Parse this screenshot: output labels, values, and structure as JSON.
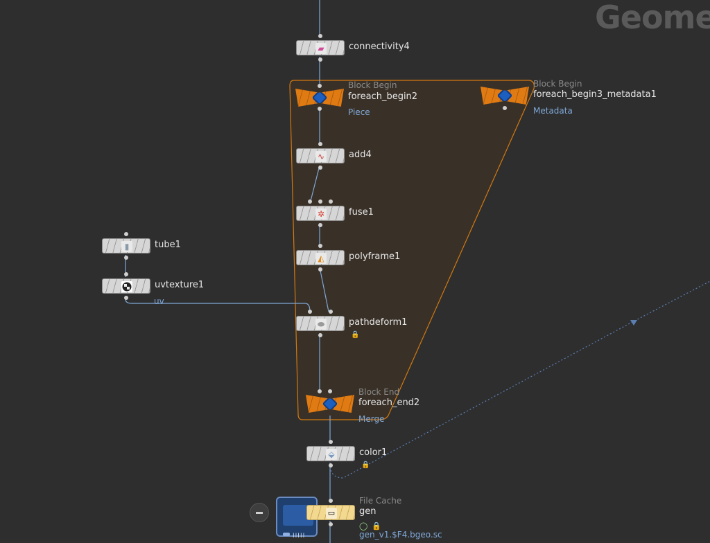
{
  "context_title": "Geome",
  "nodes": {
    "connectivity4": {
      "name": "connectivity4"
    },
    "foreach_begin2": {
      "label": "Block Begin",
      "name": "foreach_begin2",
      "sub": "Piece"
    },
    "foreach_begin3": {
      "label": "Block Begin",
      "name": "foreach_begin3_metadata1",
      "sub": "Metadata"
    },
    "add4": {
      "name": "add4"
    },
    "fuse1": {
      "name": "fuse1"
    },
    "polyframe1": {
      "name": "polyframe1"
    },
    "tube1": {
      "name": "tube1"
    },
    "uvtexture1": {
      "name": "uvtexture1",
      "output_label": "uv"
    },
    "pathdeform1": {
      "name": "pathdeform1"
    },
    "foreach_end2": {
      "label": "Block End",
      "name": "foreach_end2",
      "sub": "Merge"
    },
    "color1": {
      "name": "color1"
    },
    "gen": {
      "label": "File Cache",
      "name": "gen",
      "sub": "gen_v1.$F4.bgeo.sc"
    }
  },
  "icons": {
    "connectivity4": "connectivity-icon",
    "add4": "curve-icon",
    "fuse1": "fuse-icon",
    "polyframe1": "polyframe-icon",
    "tube1": "tube-icon",
    "uvtexture1": "checker-icon",
    "pathdeform1": "pathdeform-icon",
    "color1": "color-icon",
    "gen": "file-cache-icon",
    "block": "block-cube-icon"
  },
  "colors": {
    "background": "#2e2e2e",
    "block_orange": "#e07a12",
    "wire": "#7fa8d8",
    "label_blue": "#7fa8d8"
  }
}
